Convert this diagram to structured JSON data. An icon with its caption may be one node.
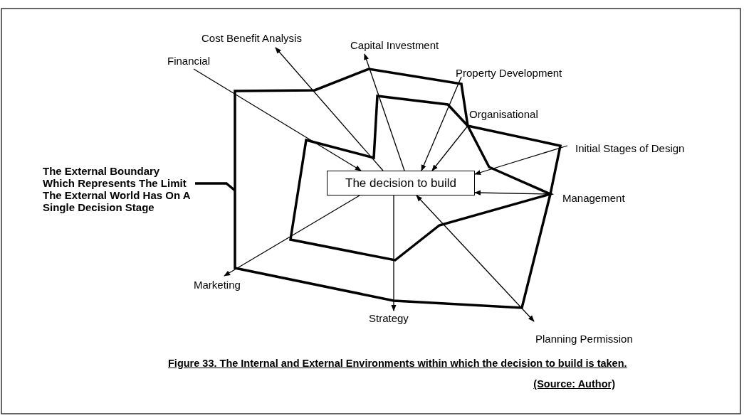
{
  "diagram": {
    "caption": "Figure 33. The Internal and External Environments within which the decision to build is taken.",
    "nodes": [
      {
        "text": [
          "The decision to build"
        ]
      },
      {
        "text": [
          "Financial"
        ]
      },
      {
        "text": [
          "Cost Benefit Analysis"
        ]
      },
      {
        "text": [
          "Capital Investment"
        ]
      },
      {
        "text": [
          "Property Development"
        ]
      },
      {
        "text": [
          "Organisational"
        ]
      },
      {
        "text": [
          "Initial Stages of Design"
        ]
      },
      {
        "text": [
          "Management"
        ]
      },
      {
        "text": [
          "Planning Permission"
        ]
      },
      {
        "text": [
          "Strategy"
        ]
      },
      {
        "text": [
          "Marketing"
        ]
      },
      {
        "text": [
          "The External Boundary Which Represents The Limit The External World Has On A Single Decision Stage"
        ]
      }
    ],
    "edges": [
      {
        "from": 1,
        "to": 0,
        "arrow": "to"
      },
      {
        "from": 0,
        "to": 2,
        "arrow": "to"
      },
      {
        "from": 0,
        "to": 3,
        "arrow": "to"
      },
      {
        "from": 4,
        "to": 0,
        "arrow": "to"
      },
      {
        "from": 5,
        "to": 0,
        "arrow": "to"
      },
      {
        "from": 6,
        "to": 0,
        "arrow": "to"
      },
      {
        "from": 7,
        "to": 0,
        "arrow": "to"
      },
      {
        "from": 0,
        "to": 10,
        "arrow": "to"
      },
      {
        "from": 0,
        "to": 9,
        "arrow": "to"
      },
      {
        "from": 0,
        "to": 8,
        "arrow": "both"
      },
      {
        "from": 11,
        "to": null,
        "arrow": "none",
        "style": "thick"
      }
    ],
    "labels": [
      "(Source: Author)"
    ]
  }
}
